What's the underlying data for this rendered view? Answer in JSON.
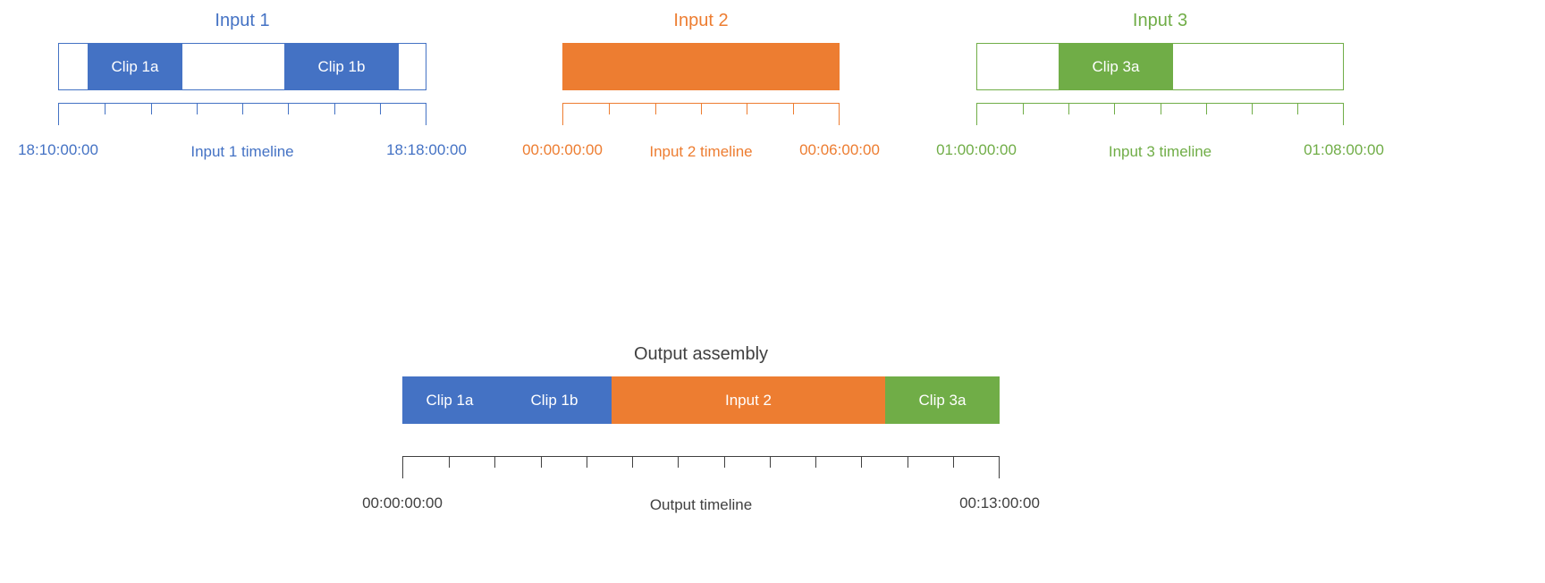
{
  "colors": {
    "blue": "#4472C4",
    "orange": "#ED7D31",
    "green": "#70AD47",
    "dark": "#404040"
  },
  "inputs": [
    {
      "title": "Input 1",
      "start_time": "18:10:00:00",
      "end_time": "18:18:00:00",
      "timeline_label": "Input 1 timeline",
      "tick_intervals": 8,
      "clips": [
        {
          "label": "Clip 1a"
        },
        {
          "label": "Clip 1b"
        }
      ]
    },
    {
      "title": "Input 2",
      "start_time": "00:00:00:00",
      "end_time": "00:06:00:00",
      "timeline_label": "Input 2 timeline",
      "tick_intervals": 6,
      "clips": []
    },
    {
      "title": "Input 3",
      "start_time": "01:00:00:00",
      "end_time": "01:08:00:00",
      "timeline_label": "Input 3 timeline",
      "tick_intervals": 8,
      "clips": [
        {
          "label": "Clip 3a"
        }
      ]
    }
  ],
  "output": {
    "title": "Output assembly",
    "start_time": "00:00:00:00",
    "end_time": "00:13:00:00",
    "timeline_label": "Output timeline",
    "tick_intervals": 13,
    "segments": [
      {
        "label": "Clip 1a",
        "color": "blue"
      },
      {
        "label": "Clip 1b",
        "color": "blue"
      },
      {
        "label": "Input 2",
        "color": "orange"
      },
      {
        "label": "Clip 3a",
        "color": "green"
      }
    ]
  }
}
